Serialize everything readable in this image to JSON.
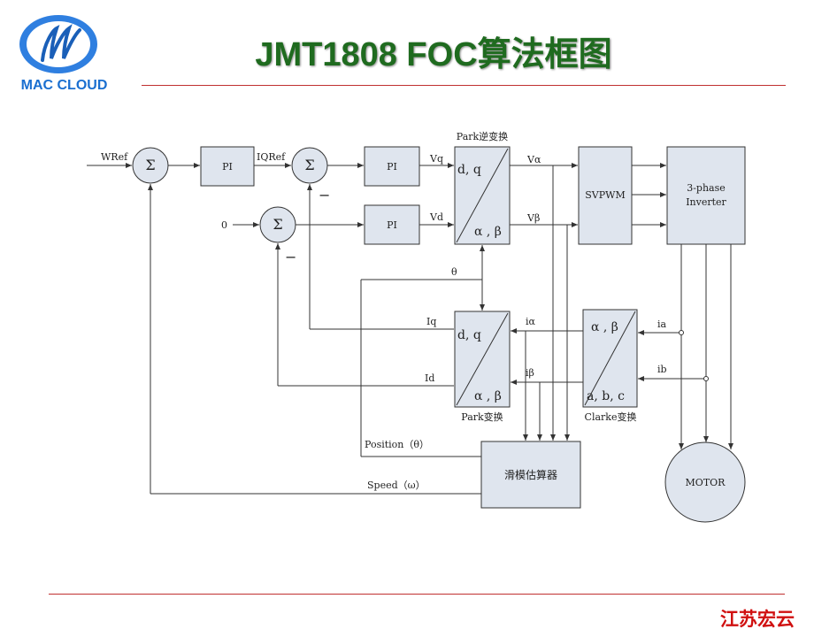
{
  "header": {
    "logo_text": "MAC CLOUD",
    "title": "JMT1808 FOC算法框图"
  },
  "footer": {
    "company": "江苏宏云"
  },
  "diagram": {
    "inputs": {
      "wref": "WRef",
      "zero": "0"
    },
    "blocks": {
      "sum1": "Σ",
      "sum2": "Σ",
      "sum3": "Σ",
      "pi1": "PI",
      "pi2": "PI",
      "pi3": "PI",
      "park_inv_top": "d, q",
      "park_inv_bottom": "α , β",
      "park_inv_caption": "Park逆变换",
      "park_top": "d, q",
      "park_bottom": "α , β",
      "park_caption": "Park变换",
      "clarke_top": "α , β",
      "clarke_bottom": "a, b, c",
      "clarke_caption": "Clarke变换",
      "svpwm": "SVPWM",
      "inverter_line1": "3-phase",
      "inverter_line2": "Inverter",
      "observer": "滑模估算器",
      "motor": "MOTOR"
    },
    "signals": {
      "iqref": "IQRef",
      "vq": "Vq",
      "vd": "Vd",
      "valpha": "Vα",
      "vbeta": "Vβ",
      "theta": "θ",
      "iq": "Iq",
      "id": "Id",
      "ialpha": "iα",
      "ibeta": "iβ",
      "ia": "ia",
      "ib": "ib",
      "position": "Position（θ）",
      "speed": "Speed（ω）",
      "minus1": "−",
      "minus2": "−"
    }
  }
}
